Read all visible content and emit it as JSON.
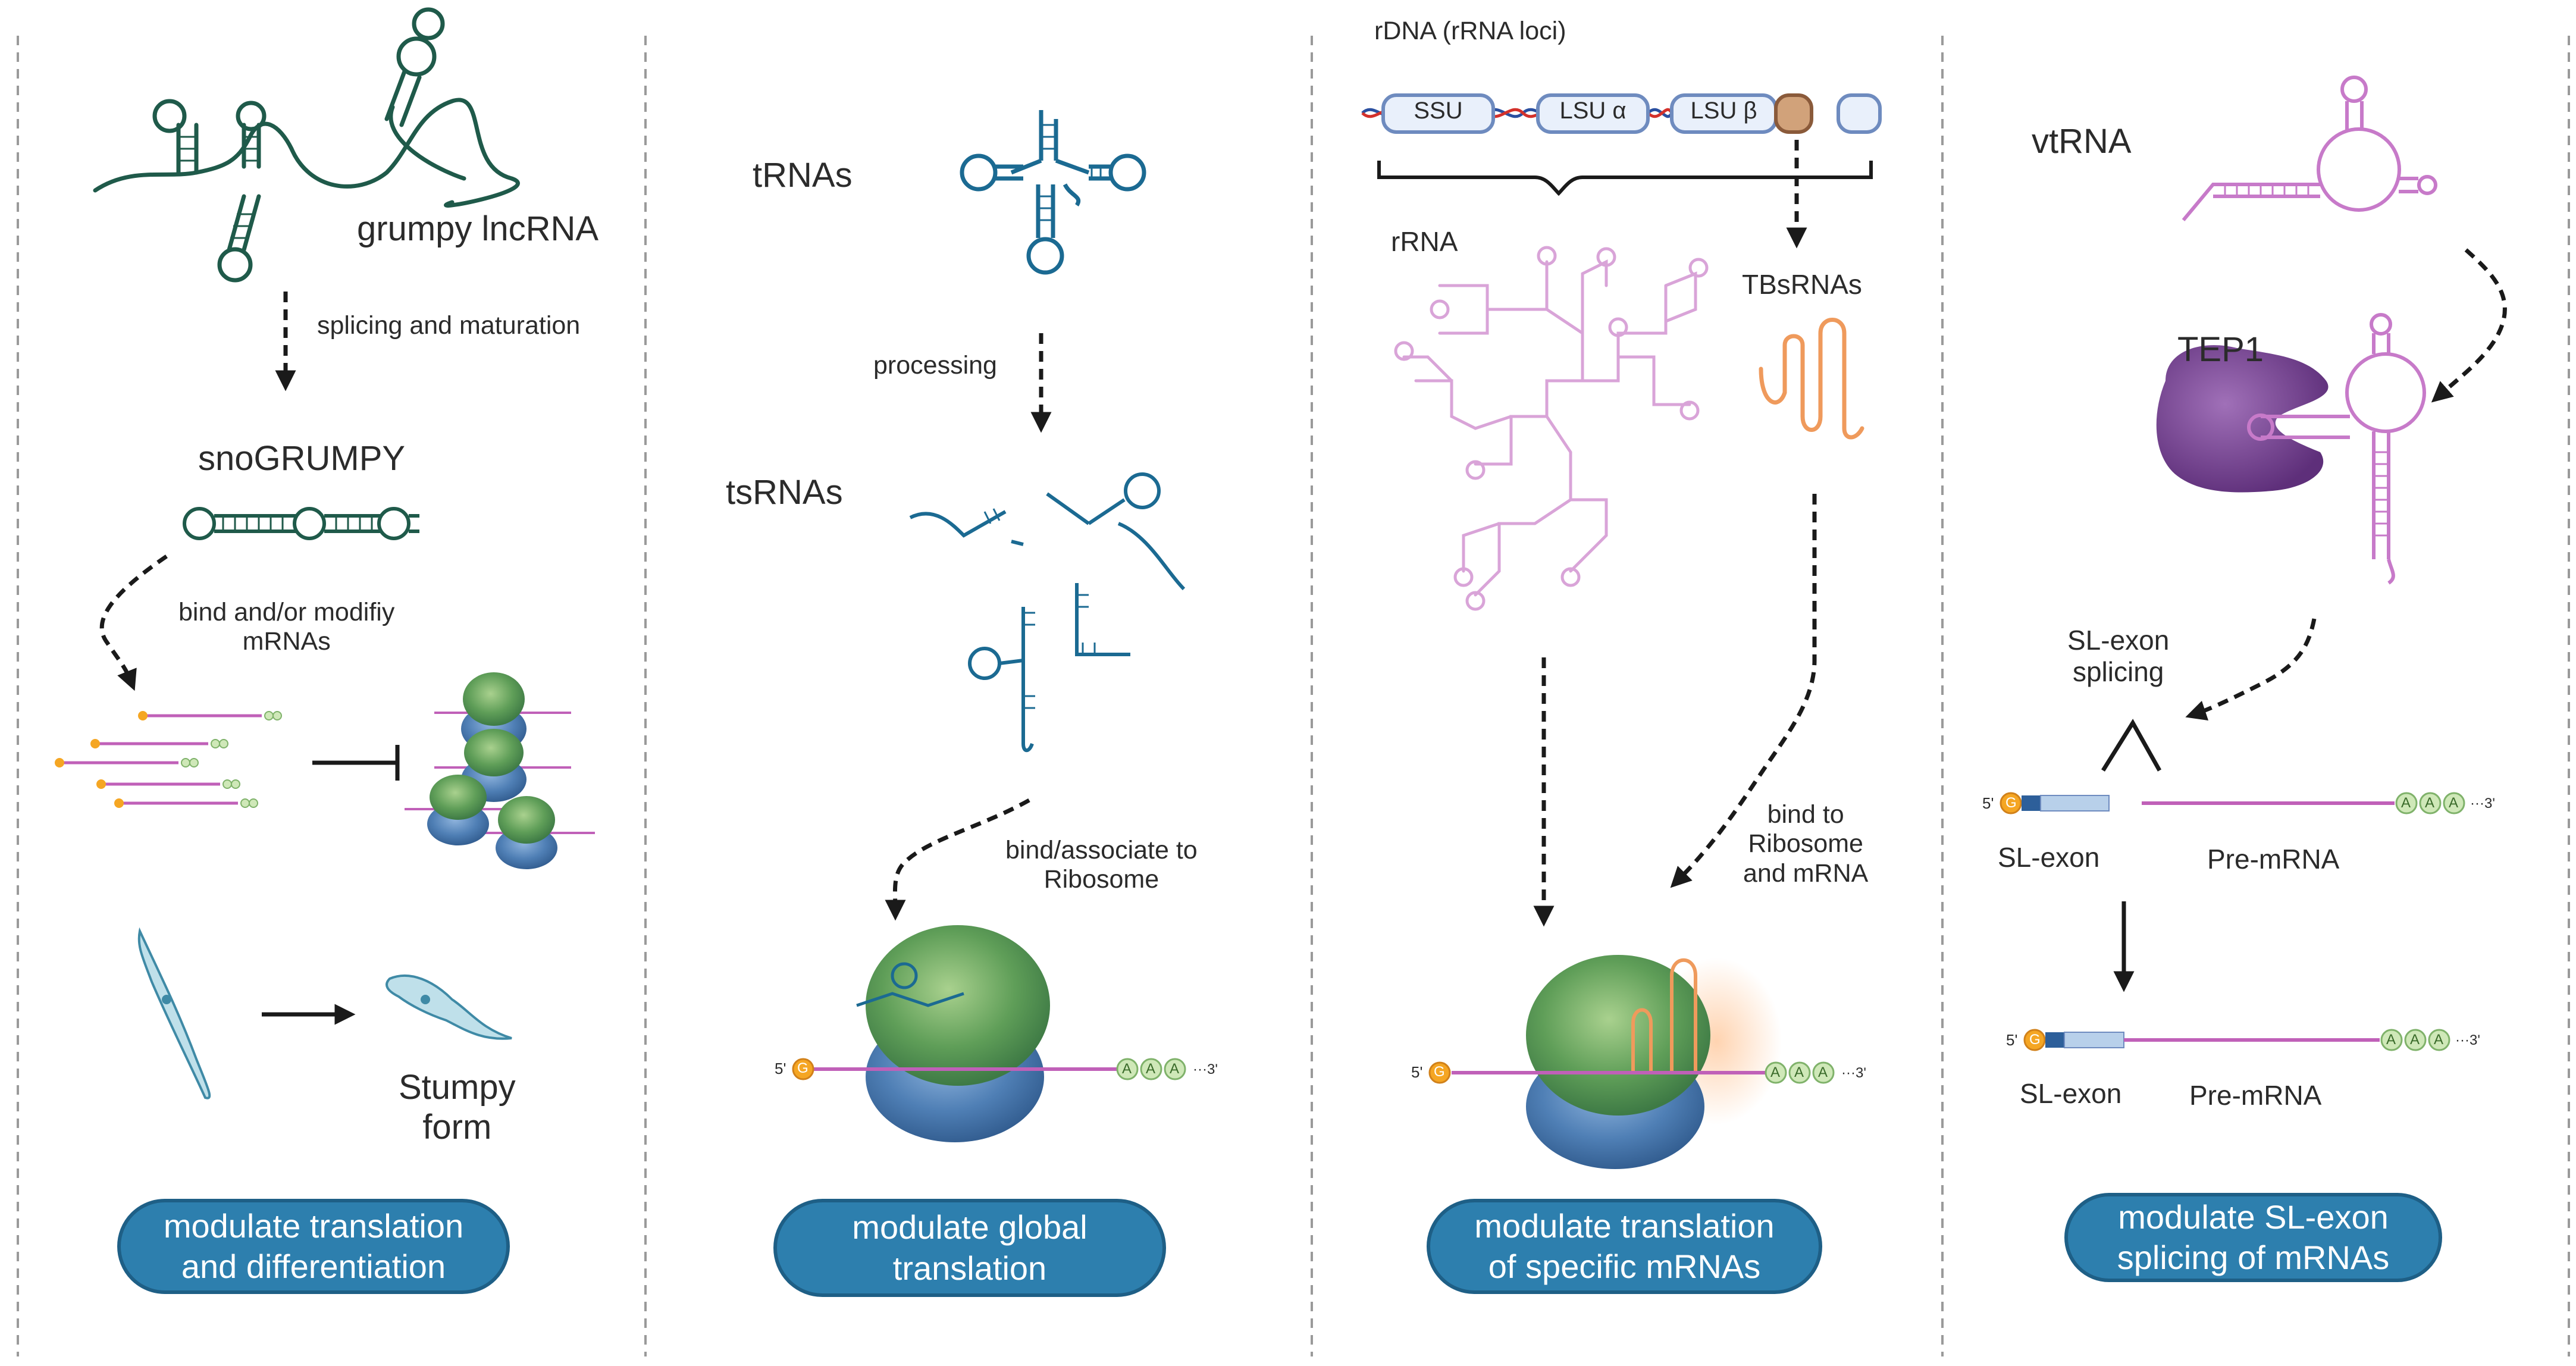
{
  "panel1": {
    "grumpy_label": "grumpy lncRNA",
    "splicing_label": "splicing and maturation",
    "snogrumpy_label": "snoGRUMPY",
    "bind_label": "bind and/or modifiy\nmRNAs",
    "stumpy_label": "Stumpy\nform",
    "pill": "modulate translation\nand differentiation"
  },
  "panel2": {
    "trnas_label": "tRNAs",
    "processing_label": "processing",
    "tsrnas_label": "tsRNAs",
    "bind_label": "bind/associate to\nRibosome",
    "pill": "modulate global\ntranslation"
  },
  "panel3": {
    "rdna_label": "rDNA (rRNA loci)",
    "genes": [
      "SSU",
      "LSU α",
      "LSU β"
    ],
    "rrna_label": "rRNA",
    "tbsrnas_label": "TBsRNAs",
    "bind_label": "bind to\nRibosome\nand mRNA",
    "pill": "modulate translation\nof specific mRNAs"
  },
  "panel4": {
    "vtrna_label": "vtRNA",
    "tep1_label": "TEP1",
    "slexon_splicing_label": "SL-exon\nsplicing",
    "slexon_label_1": "SL-exon",
    "premrna_label_1": "Pre-mRNA",
    "slexon_label_2": "SL-exon",
    "premrna_label_2": "Pre-mRNA",
    "pill": "modulate SL-exon\nsplicing of mRNAs"
  },
  "mrna": {
    "five_prime": "5'",
    "cap": "G",
    "polyA": "A",
    "three_prime": "···3'"
  },
  "colors": {
    "pill_fill": "#2d7fae",
    "lncrna": "#1f5a4a",
    "trna": "#1b6a92",
    "rrna": "#d9a4d8",
    "tbsrna": "#ef9a5c",
    "vtrna": "#c77ac9",
    "tep1": "#7e4a96",
    "mrna": "#c060b8"
  }
}
